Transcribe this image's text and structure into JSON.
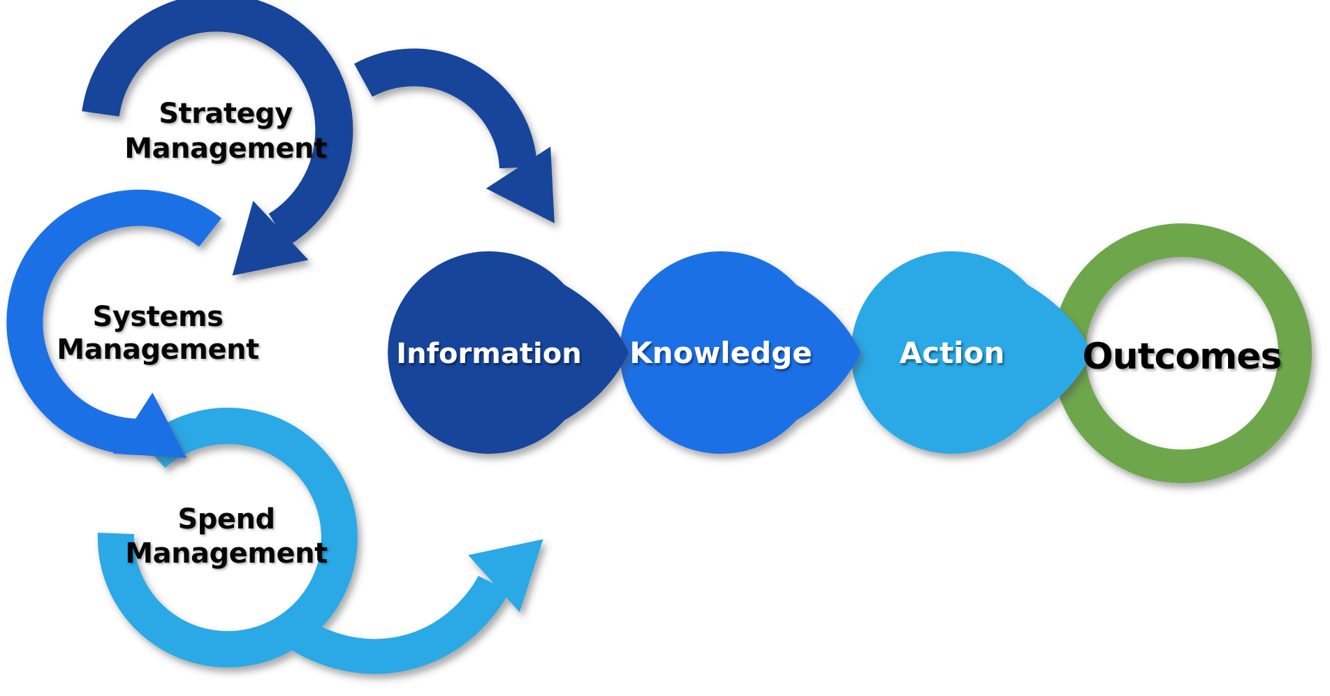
{
  "diagram": {
    "background": "#FFFFFF",
    "cycles": [
      {
        "line1": "Strategy",
        "line2": "Management",
        "color": "#14459B",
        "shape": "circular-arrow"
      },
      {
        "line1": "Systems",
        "line2": "Management",
        "color": "#1E6FE5",
        "shape": "circular-arrow"
      },
      {
        "line1": "Spend",
        "line2": "Management",
        "color": "#29A9E6",
        "shape": "circular-arrow"
      }
    ],
    "flow": [
      {
        "label": "Information",
        "color": "#14459B",
        "text_color": "#FFFFFF",
        "shape": "teardrop-arrow"
      },
      {
        "label": "Knowledge",
        "color": "#1E6FE5",
        "text_color": "#FFFFFF",
        "shape": "teardrop-arrow"
      },
      {
        "label": "Action",
        "color": "#29A9E6",
        "text_color": "#FFFFFF",
        "shape": "teardrop-arrow"
      },
      {
        "label": "Outcomes",
        "color": "#6EA74B",
        "text_color": "#000000",
        "shape": "ring"
      }
    ]
  }
}
